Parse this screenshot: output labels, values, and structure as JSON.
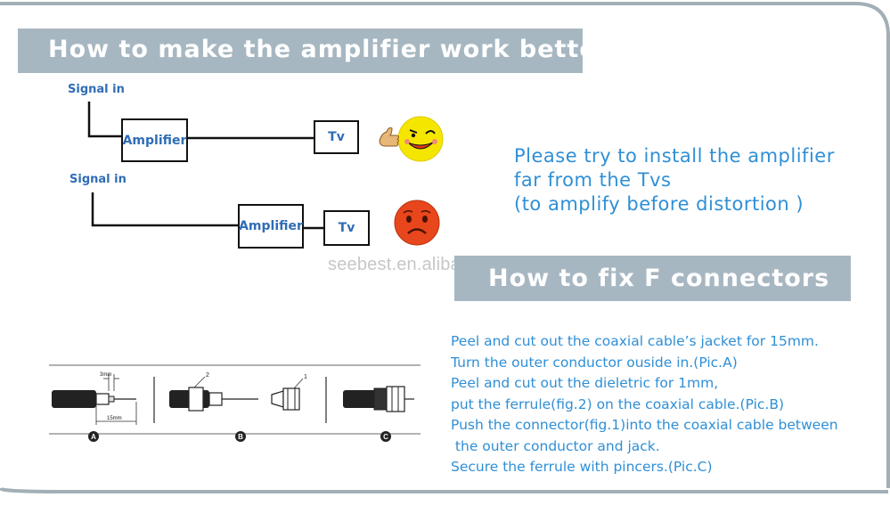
{
  "section1": {
    "title": "How to make the amplifier work better",
    "diagram_good": {
      "signal_label": "Signal in",
      "amplifier_label": "Amplifier",
      "tv_label": "Tv"
    },
    "diagram_bad": {
      "signal_label": "Signal in",
      "amplifier_label": "Amplifier",
      "tv_label": "Tv"
    },
    "advice_lines": [
      "Please try to install the amplifier",
      "far from the Tvs",
      "(to amplify before distortion )"
    ]
  },
  "watermark": "seebest.en.alibaba.com",
  "section2": {
    "title": "How to  fix F connectors",
    "figure": {
      "dim_small": "3mm",
      "dim_large": "15mm",
      "part_label_2": "2",
      "part_label_1": "1",
      "captions": [
        "A",
        "B",
        "C"
      ]
    },
    "steps": [
      "Peel and cut out the coaxial cable’s jacket for 15mm.",
      "Turn the outer conductor ouside in.(Pic.A)",
      "Peel and cut out the dieletric for 1mm,",
      "put the ferrule(fig.2) on the coaxial cable.(Pic.B)",
      "Push the connector(fig.1)into the coaxial cable between",
      " the outer conductor and jack.",
      "Secure the ferrule with pincers.(Pic.C)"
    ]
  },
  "colors": {
    "title_bar": "#a7b7c2",
    "text_blue": "#2f8fd6",
    "label_blue": "#2f6db5",
    "happy_face": "#f5e600",
    "sad_face": "#e8461c"
  }
}
